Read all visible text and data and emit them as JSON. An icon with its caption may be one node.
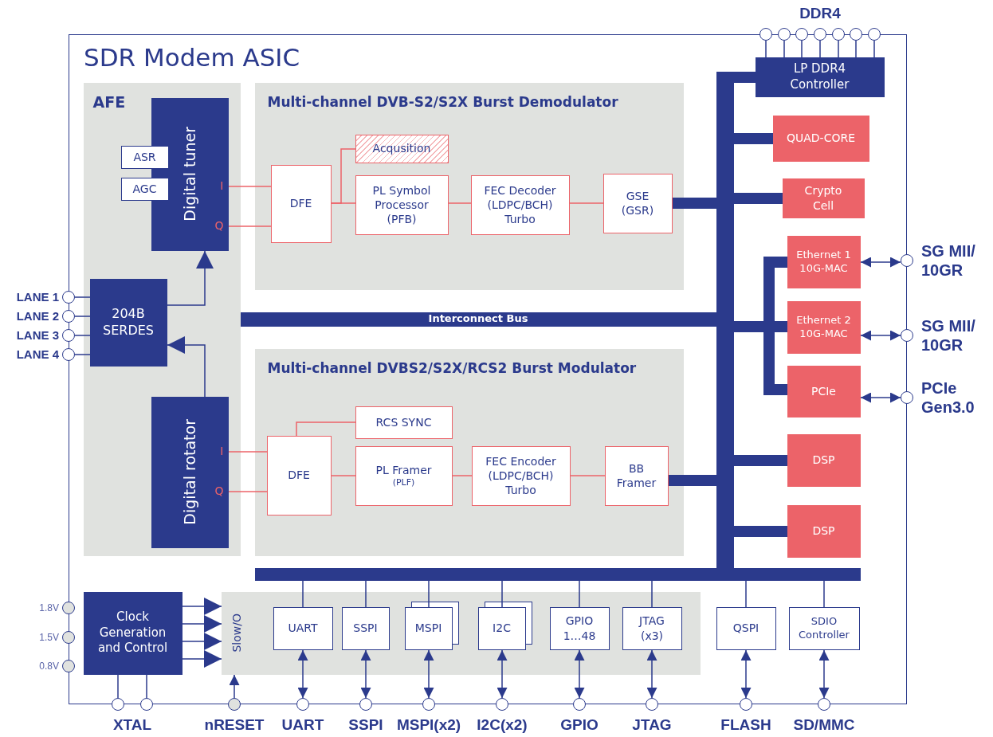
{
  "diagram": {
    "nodes": [
      {
        "text": [
          "SDR Modem ASIC"
        ]
      },
      {
        "text": [
          "AFE"
        ],
        "in": 0
      },
      {
        "text": [
          "Digital tuner",
          "I",
          "Q"
        ],
        "in": 1
      },
      {
        "text": [
          "ASR"
        ],
        "in": 1
      },
      {
        "text": [
          "AGC"
        ],
        "in": 1
      },
      {
        "text": [
          "204B SERDES"
        ],
        "in": 1
      },
      {
        "text": [
          "Digital rotator",
          "I",
          "Q"
        ],
        "in": 1
      },
      {
        "text": [
          "Multi-channel DVB-S2/S2X Burst Demodulator"
        ],
        "in": 0
      },
      {
        "text": [
          "DFE"
        ],
        "in": 7
      },
      {
        "text": [
          "Acqusition"
        ],
        "in": 7
      },
      {
        "text": [
          "PL Symbol Processor (PFB)"
        ],
        "in": 7
      },
      {
        "text": [
          "FEC Decoder (LDPC/BCH) Turbo"
        ],
        "in": 7
      },
      {
        "text": [
          "GSE (GSR)"
        ],
        "in": 7
      },
      {
        "text": [
          "Multi-channel DVBS2/S2X/RCS2 Burst Modulator"
        ],
        "in": 0
      },
      {
        "text": [
          "DFE"
        ],
        "in": 13
      },
      {
        "text": [
          "RCS SYNC"
        ],
        "in": 13
      },
      {
        "text": [
          "PL Framer",
          "(PLF)"
        ],
        "in": 13
      },
      {
        "text": [
          "FEC Encoder (LDPC/BCH) Turbo"
        ],
        "in": 13
      },
      {
        "text": [
          "BB Framer"
        ],
        "in": 13
      },
      {
        "text": [
          "Interconnect Bus"
        ],
        "in": 0
      },
      {
        "text": [],
        "shape": "bar",
        "in": 0
      },
      {
        "text": [],
        "shape": "bar",
        "in": 0
      },
      {
        "text": [
          "LP DDR4 Controller"
        ],
        "in": 0
      },
      {
        "text": [
          "QUAD-CORE"
        ],
        "in": 0
      },
      {
        "text": [
          "Crypto Cell"
        ],
        "in": 0
      },
      {
        "text": [
          "Ethernet 1 10G-MAC"
        ],
        "in": 0
      },
      {
        "text": [
          "Ethernet 2 10G-MAC"
        ],
        "in": 0
      },
      {
        "text": [
          "PCIe"
        ],
        "in": 0
      },
      {
        "text": [
          "DSP"
        ],
        "in": 0
      },
      {
        "text": [
          "DSP"
        ],
        "in": 0
      },
      {
        "text": [
          "Clock Generation and Control"
        ],
        "in": 0
      },
      {
        "text": [
          "Slow/O"
        ],
        "in": 0
      },
      {
        "text": [
          "UART"
        ],
        "in": 31
      },
      {
        "text": [
          "SSPI"
        ],
        "in": 31
      },
      {
        "text": [
          "MSPI"
        ],
        "in": 31
      },
      {
        "text": [
          "I2C"
        ],
        "in": 31
      },
      {
        "text": [
          "GPIO 1…48"
        ],
        "in": 31
      },
      {
        "text": [
          "JTAG (x3)"
        ],
        "in": 31
      },
      {
        "text": [
          "QSPI"
        ],
        "in": 0
      },
      {
        "text": [
          "SDIO Controller"
        ],
        "in": 0
      },
      {
        "text": [],
        "shape": "circle"
      },
      {
        "text": [],
        "shape": "circle"
      },
      {
        "text": [],
        "shape": "circle"
      },
      {
        "text": [],
        "shape": "circle"
      },
      {
        "text": [],
        "shape": "circle"
      },
      {
        "text": [],
        "shape": "circle"
      },
      {
        "text": [],
        "shape": "circle"
      },
      {
        "text": [],
        "shape": "circle",
        "beside": [
          "LANE 1"
        ]
      },
      {
        "text": [],
        "shape": "circle",
        "beside": [
          "LANE 2"
        ]
      },
      {
        "text": [],
        "shape": "circle",
        "beside": [
          "LANE 3"
        ]
      },
      {
        "text": [],
        "shape": "circle",
        "beside": [
          "LANE 4"
        ]
      },
      {
        "text": [],
        "shape": "circle",
        "beside": [
          "1.8V"
        ]
      },
      {
        "text": [],
        "shape": "circle",
        "beside": [
          "1.5V"
        ]
      },
      {
        "text": [],
        "shape": "circle",
        "beside": [
          "0.8V"
        ]
      },
      {
        "text": [],
        "shape": "circle"
      },
      {
        "text": [],
        "shape": "circle"
      },
      {
        "text": [],
        "shape": "circle",
        "beside": [
          "nRESET"
        ]
      },
      {
        "text": [],
        "shape": "circle",
        "beside": [
          "UART"
        ]
      },
      {
        "text": [],
        "shape": "circle",
        "beside": [
          "SSPI"
        ]
      },
      {
        "text": [],
        "shape": "circle",
        "beside": [
          "MSPI(x2)"
        ]
      },
      {
        "text": [],
        "shape": "circle",
        "beside": [
          "I2C(x2)"
        ]
      },
      {
        "text": [],
        "shape": "circle",
        "beside": [
          "GPIO"
        ]
      },
      {
        "text": [],
        "shape": "circle",
        "beside": [
          "JTAG"
        ]
      },
      {
        "text": [],
        "shape": "circle",
        "beside": [
          "FLASH"
        ]
      },
      {
        "text": [],
        "shape": "circle",
        "beside": [
          "SD/MMC"
        ]
      },
      {
        "text": [],
        "shape": "circle",
        "beside": [
          "SG MII/ 10GR"
        ]
      },
      {
        "text": [],
        "shape": "circle",
        "beside": [
          "SG MII/ 10GR"
        ]
      },
      {
        "text": [],
        "shape": "circle",
        "beside": [
          "PCIe Gen3.0"
        ]
      }
    ],
    "edges": [
      {
        "from": 47,
        "to": 5,
        "arrow": "none"
      },
      {
        "from": 48,
        "to": 5,
        "arrow": "none"
      },
      {
        "from": 49,
        "to": 5,
        "arrow": "none"
      },
      {
        "from": 50,
        "to": 5,
        "arrow": "none"
      },
      {
        "from": 5,
        "to": 2,
        "arrow": "to"
      },
      {
        "from": 6,
        "to": 5,
        "arrow": "to"
      },
      {
        "from": 2,
        "to": 8,
        "arrow": "none",
        "color": "#ec6369"
      },
      {
        "from": 2,
        "to": 8,
        "arrow": "none",
        "color": "#ec6369"
      },
      {
        "from": 8,
        "to": 9,
        "arrow": "none",
        "color": "#ec6369"
      },
      {
        "from": 8,
        "to": 10,
        "arrow": "none",
        "color": "#ec6369"
      },
      {
        "from": 10,
        "to": 11,
        "arrow": "none",
        "color": "#ec6369"
      },
      {
        "from": 11,
        "to": 12,
        "arrow": "none",
        "color": "#ec6369"
      },
      {
        "from": 12,
        "to": 20,
        "arrow": "none",
        "style": "thick"
      },
      {
        "from": 6,
        "to": 14,
        "arrow": "none",
        "color": "#ec6369"
      },
      {
        "from": 6,
        "to": 14,
        "arrow": "none",
        "color": "#ec6369"
      },
      {
        "from": 14,
        "to": 15,
        "arrow": "none",
        "color": "#ec6369"
      },
      {
        "from": 14,
        "to": 16,
        "arrow": "none",
        "color": "#ec6369"
      },
      {
        "from": 16,
        "to": 17,
        "arrow": "none",
        "color": "#ec6369"
      },
      {
        "from": 17,
        "to": 18,
        "arrow": "none",
        "color": "#ec6369"
      },
      {
        "from": 18,
        "to": 20,
        "arrow": "none",
        "style": "thick"
      },
      {
        "from": 20,
        "to": 22,
        "arrow": "none",
        "style": "thick"
      },
      {
        "from": 20,
        "to": 23,
        "arrow": "none",
        "style": "thick"
      },
      {
        "from": 20,
        "to": 24,
        "arrow": "none",
        "style": "thick"
      },
      {
        "from": 20,
        "to": 25,
        "arrow": "none",
        "style": "thick"
      },
      {
        "from": 20,
        "to": 26,
        "arrow": "none",
        "style": "thick"
      },
      {
        "from": 20,
        "to": 27,
        "arrow": "none",
        "style": "thick"
      },
      {
        "from": 20,
        "to": 28,
        "arrow": "none",
        "style": "thick"
      },
      {
        "from": 20,
        "to": 29,
        "arrow": "none",
        "style": "thick"
      },
      {
        "from": 21,
        "to": 32,
        "arrow": "none"
      },
      {
        "from": 21,
        "to": 33,
        "arrow": "none"
      },
      {
        "from": 21,
        "to": 34,
        "arrow": "none"
      },
      {
        "from": 21,
        "to": 35,
        "arrow": "none"
      },
      {
        "from": 21,
        "to": 36,
        "arrow": "none"
      },
      {
        "from": 21,
        "to": 37,
        "arrow": "none"
      },
      {
        "from": 21,
        "to": 38,
        "arrow": "none"
      },
      {
        "from": 21,
        "to": 39,
        "arrow": "none"
      },
      {
        "from": 40,
        "to": 22,
        "arrow": "none"
      },
      {
        "from": 41,
        "to": 22,
        "arrow": "none"
      },
      {
        "from": 42,
        "to": 22,
        "arrow": "none"
      },
      {
        "from": 43,
        "to": 22,
        "arrow": "none"
      },
      {
        "from": 44,
        "to": 22,
        "arrow": "none"
      },
      {
        "from": 45,
        "to": 22,
        "arrow": "none"
      },
      {
        "from": 46,
        "to": 22,
        "arrow": "none"
      },
      {
        "from": 25,
        "to": 65,
        "arrow": "both"
      },
      {
        "from": 26,
        "to": 66,
        "arrow": "both"
      },
      {
        "from": 27,
        "to": 67,
        "arrow": "both"
      },
      {
        "from": 57,
        "to": 32,
        "arrow": "both"
      },
      {
        "from": 58,
        "to": 33,
        "arrow": "both"
      },
      {
        "from": 59,
        "to": 34,
        "arrow": "both"
      },
      {
        "from": 60,
        "to": 35,
        "arrow": "both"
      },
      {
        "from": 61,
        "to": 36,
        "arrow": "both"
      },
      {
        "from": 62,
        "to": 37,
        "arrow": "both"
      },
      {
        "from": 63,
        "to": 38,
        "arrow": "both"
      },
      {
        "from": 64,
        "to": 39,
        "arrow": "both"
      },
      {
        "from": 56,
        "to": 31,
        "arrow": "to"
      },
      {
        "from": 30,
        "to": 54,
        "arrow": "none"
      },
      {
        "from": 30,
        "to": 55,
        "arrow": "none"
      },
      {
        "from": 30,
        "to": 31,
        "arrow": "to"
      },
      {
        "from": 30,
        "to": 31,
        "arrow": "to"
      },
      {
        "from": 30,
        "to": 31,
        "arrow": "to"
      },
      {
        "from": 30,
        "to": 31,
        "arrow": "to"
      }
    ],
    "labels": [
      "DDR4",
      "XTAL"
    ]
  }
}
